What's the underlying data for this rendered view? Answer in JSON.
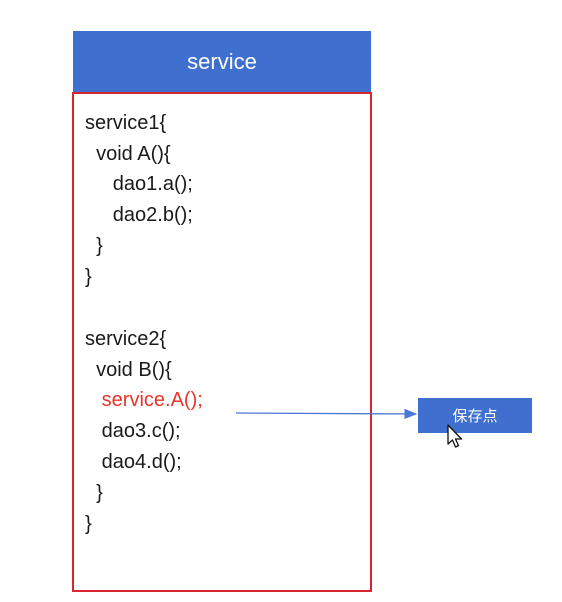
{
  "service_box": {
    "title": "service",
    "lines": [
      "service1{",
      "  void A(){",
      "     dao1.a();",
      "     dao2.b();",
      "  }",
      "}",
      "",
      "service2{",
      "  void B(){",
      "   service.A();",
      "   dao3.c();",
      "   dao4.d();",
      "  }",
      "}"
    ]
  },
  "savepoint": {
    "label": "保存点"
  },
  "icons": {
    "cursor": "mouse-pointer-icon"
  },
  "colors": {
    "header_blue": "#3f6fcf",
    "border_red": "#d7262f",
    "highlight_red": "#e8352b",
    "arrow_blue": "#4a78d6"
  }
}
